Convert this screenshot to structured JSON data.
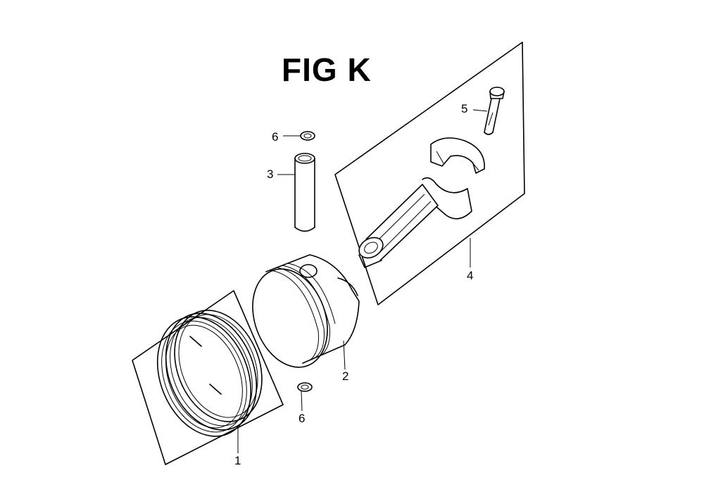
{
  "figure": {
    "title": "FIG K"
  },
  "callouts": [
    {
      "id": "1",
      "label": "1"
    },
    {
      "id": "2",
      "label": "2"
    },
    {
      "id": "3",
      "label": "3"
    },
    {
      "id": "4",
      "label": "4"
    },
    {
      "id": "5",
      "label": "5"
    },
    {
      "id": "6a",
      "label": "6"
    },
    {
      "id": "6b",
      "label": "6"
    }
  ]
}
